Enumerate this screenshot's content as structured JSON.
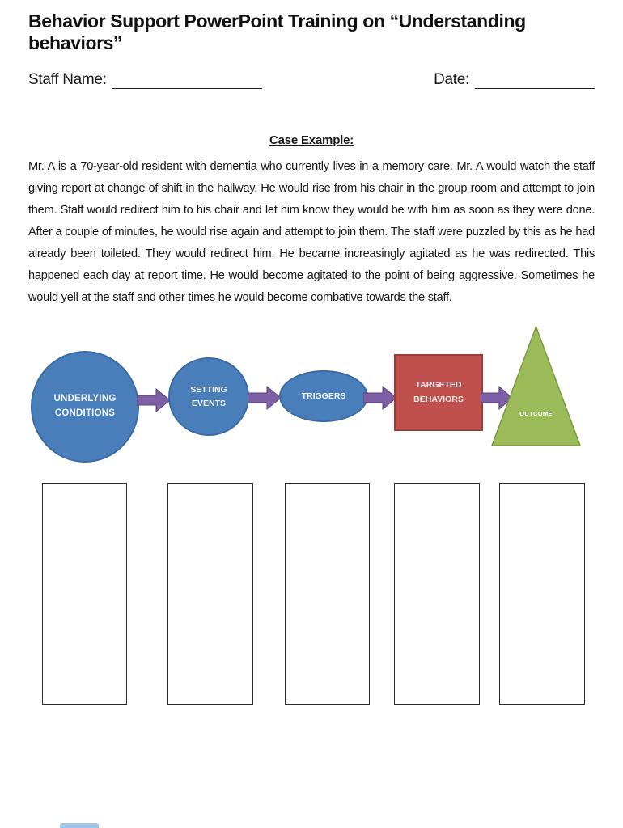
{
  "page": {
    "title": "Behavior Support PowerPoint Training on “Understanding behaviors”",
    "staff_name_label": "Staff Name:",
    "date_label": "Date:"
  },
  "case_example": {
    "heading": "Case Example:",
    "body": "Mr. A is a 70-year-old resident with dementia who currently lives in a memory care. Mr. A would watch the staff giving report at change of shift in the hallway. He would rise from his chair in the group room and attempt to join them. Staff would redirect him to his chair and let him know they would be with him as soon as they were done. After a couple of minutes, he would rise again and attempt to join them. The staff were puzzled by this as he had already been toileted. They would redirect him. He became increasingly agitated as he was redirected. This happened each day at report time. He would become agitated to the point of being aggressive. Sometimes he would yell at the staff and other times he would become combative towards the staff."
  },
  "diagram": {
    "shapes": [
      {
        "label": "UNDERLYING CONDITIONS",
        "shape": "large-circle",
        "fill": "#4a7ebb"
      },
      {
        "label": "SETTING EVENTS",
        "shape": "small-circle",
        "fill": "#4a7ebb"
      },
      {
        "label": "TRIGGERS",
        "shape": "ellipse",
        "fill": "#4a7ebb"
      },
      {
        "label": "TARGETED BEHAVIORS",
        "shape": "rectangle",
        "fill": "#c0504d"
      },
      {
        "label": "OUTCOME",
        "shape": "triangle",
        "fill": "#9bbb59"
      }
    ],
    "triangle_stroke": "#7c9a44",
    "arrow_fill": "#7d5fa6",
    "arrow_stroke": "#584278"
  },
  "answer_boxes": {
    "count": 5
  }
}
